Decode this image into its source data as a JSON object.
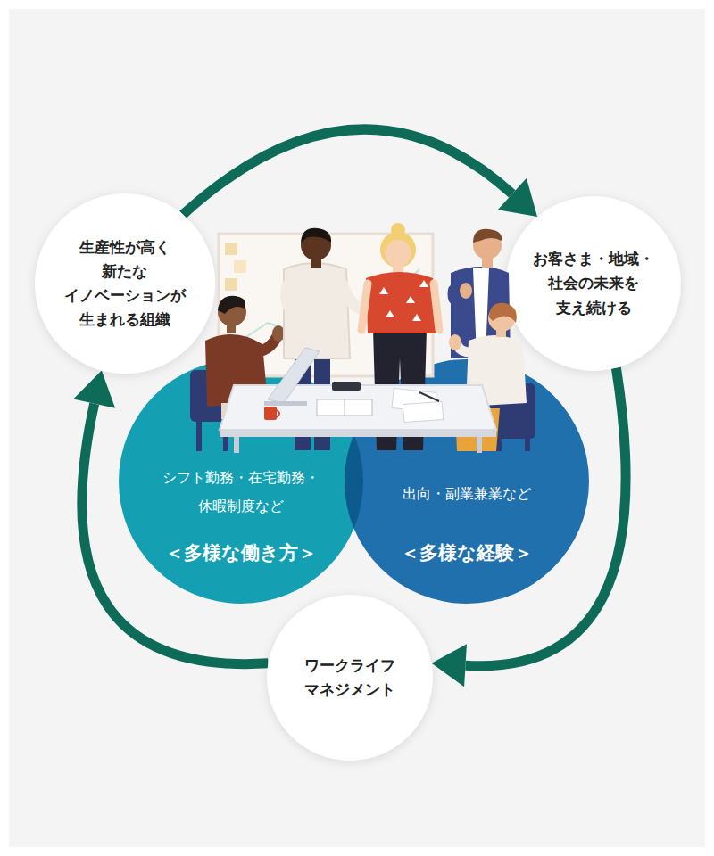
{
  "diagram": {
    "nodes": [
      {
        "text": [
          "生産性が高く 新たな イノベーションが 生まれる組織"
        ]
      },
      {
        "text": [
          "お客さま・地域・ 社会の未来を 支え続ける"
        ]
      },
      {
        "text": [
          "シフト勤務・在宅勤務・ 休暇制度など",
          "＜多様な働き方＞"
        ]
      },
      {
        "text": [
          "出向・副業兼業など",
          "＜多様な経験＞"
        ]
      },
      {
        "text": [
          "ワークライフ マネジメント"
        ]
      }
    ],
    "edges": [
      {
        "from": 0,
        "to": 1,
        "arrow": "to"
      },
      {
        "from": 1,
        "to": 4,
        "arrow": "to"
      },
      {
        "from": 4,
        "to": 0,
        "arrow": "to"
      }
    ]
  }
}
